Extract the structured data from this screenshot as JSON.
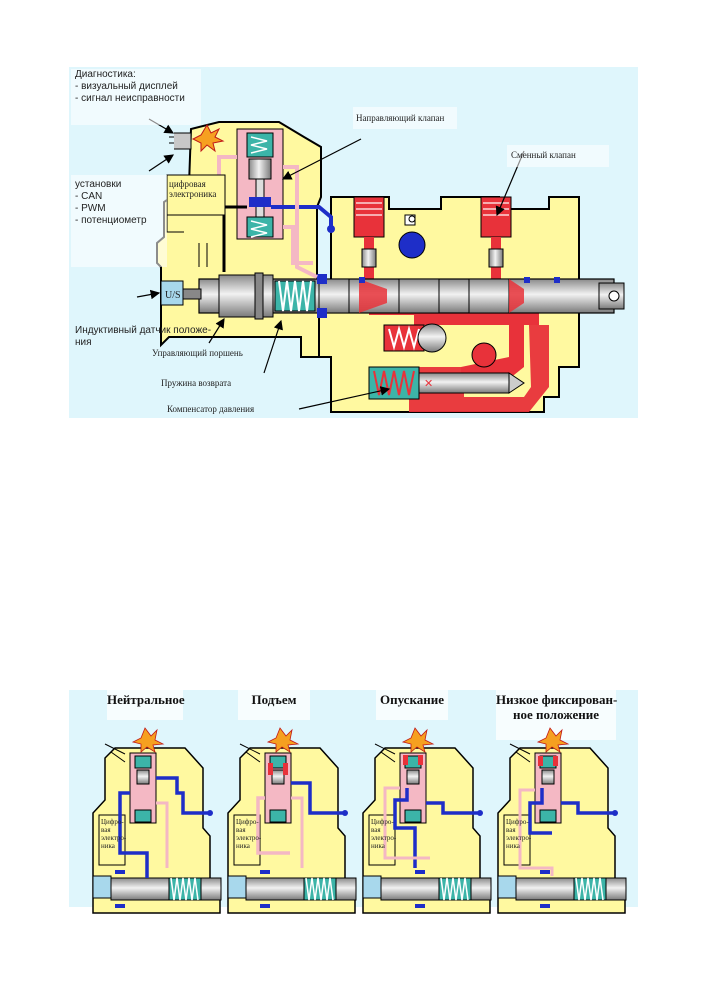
{
  "top": {
    "labels": {
      "diagnostics": "Диагностика:\n- визуальный дисплей\n- сигнал неисправности",
      "settings": "установки\n- CAN\n- PWM\n- потенциометр",
      "digital_electronics": "цифровая\nэлектроника",
      "pilot_valve": "Направляющий клапан",
      "shuttle_valve": "Сменный клапан",
      "inductive_sensor": "Индуктивный датчик положе-\nния",
      "control_piston": "Управляющий поршень",
      "return_spring": "Пружина возврата",
      "pressure_compensator": "Компенсатор давления",
      "sensor_symbol": "U/S"
    }
  },
  "bottom": {
    "headers": [
      "Нейтральное",
      "Подъем",
      "Опускание",
      "Низкое фиксирован-\nное положение"
    ],
    "small_label": "Цифро-\nвая\nэлектро-\nника"
  },
  "colors": {
    "background": "#dff6fc",
    "housing": "#fff9a0",
    "pressure": "#e8323a",
    "tank": "#1e2ec8",
    "pilot_low": "#f4b8c4",
    "spring": "#3cb4a8",
    "steel": "#c8c8c8"
  }
}
